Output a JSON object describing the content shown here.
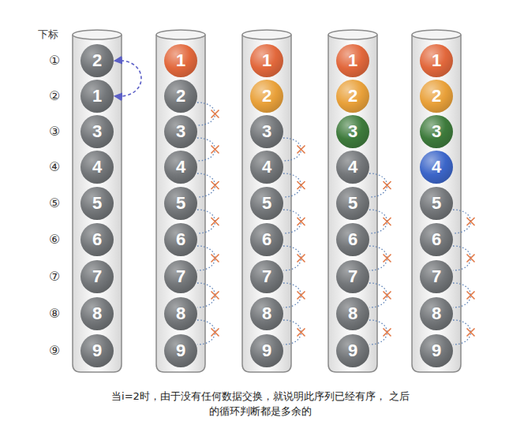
{
  "diagram": {
    "caption": "当i=2时，由于没有任何数据交换，就说明此序列已经有序， 之后的循环判断都是多余的",
    "nodes": [
      {
        "text": [
          "2"
        ]
      },
      {
        "text": [
          "1"
        ]
      },
      {
        "text": [
          "3"
        ]
      },
      {
        "text": [
          "4"
        ]
      },
      {
        "text": [
          "5"
        ]
      },
      {
        "text": [
          "6"
        ]
      },
      {
        "text": [
          "7"
        ]
      },
      {
        "text": [
          "8"
        ]
      },
      {
        "text": [
          "9"
        ]
      },
      {
        "text": [
          "1"
        ]
      },
      {
        "text": [
          "2"
        ]
      },
      {
        "text": [
          "3"
        ]
      },
      {
        "text": [
          "4"
        ]
      },
      {
        "text": [
          "5"
        ]
      },
      {
        "text": [
          "6"
        ]
      },
      {
        "text": [
          "7"
        ]
      },
      {
        "text": [
          "8"
        ]
      },
      {
        "text": [
          "9"
        ]
      },
      {
        "text": [
          "1"
        ]
      },
      {
        "text": [
          "2"
        ]
      },
      {
        "text": [
          "3"
        ]
      },
      {
        "text": [
          "4"
        ]
      },
      {
        "text": [
          "5"
        ]
      },
      {
        "text": [
          "6"
        ]
      },
      {
        "text": [
          "7"
        ]
      },
      {
        "text": [
          "8"
        ]
      },
      {
        "text": [
          "9"
        ]
      },
      {
        "text": [
          "1"
        ]
      },
      {
        "text": [
          "2"
        ]
      },
      {
        "text": [
          "3"
        ]
      },
      {
        "text": [
          "4"
        ]
      },
      {
        "text": [
          "5"
        ]
      },
      {
        "text": [
          "6"
        ]
      },
      {
        "text": [
          "7"
        ]
      },
      {
        "text": [
          "8"
        ]
      },
      {
        "text": [
          "9"
        ]
      },
      {
        "text": [
          "1"
        ]
      },
      {
        "text": [
          "2"
        ]
      },
      {
        "text": [
          "3"
        ]
      },
      {
        "text": [
          "4"
        ]
      },
      {
        "text": [
          "5"
        ]
      },
      {
        "text": [
          "6"
        ]
      },
      {
        "text": [
          "7"
        ]
      },
      {
        "text": [
          "8"
        ]
      },
      {
        "text": [
          "9"
        ]
      }
    ],
    "edges": [
      {
        "from": 0,
        "to": 1,
        "arrow": "both"
      },
      {
        "from": 10,
        "to": 11,
        "arrow": "none"
      },
      {
        "from": 11,
        "to": 12,
        "arrow": "none"
      },
      {
        "from": 12,
        "to": 13,
        "arrow": "none"
      },
      {
        "from": 13,
        "to": 14,
        "arrow": "none"
      },
      {
        "from": 14,
        "to": 15,
        "arrow": "none"
      },
      {
        "from": 15,
        "to": 16,
        "arrow": "none"
      },
      {
        "from": 16,
        "to": 17,
        "arrow": "none"
      },
      {
        "from": 20,
        "to": 21,
        "arrow": "none"
      },
      {
        "from": 21,
        "to": 22,
        "arrow": "none"
      },
      {
        "from": 22,
        "to": 23,
        "arrow": "none"
      },
      {
        "from": 23,
        "to": 24,
        "arrow": "none"
      },
      {
        "from": 24,
        "to": 25,
        "arrow": "none"
      },
      {
        "from": 25,
        "to": 26,
        "arrow": "none"
      },
      {
        "from": 30,
        "to": 31,
        "arrow": "none"
      },
      {
        "from": 31,
        "to": 32,
        "arrow": "none"
      },
      {
        "from": 32,
        "to": 33,
        "arrow": "none"
      },
      {
        "from": 33,
        "to": 34,
        "arrow": "none"
      },
      {
        "from": 34,
        "to": 35,
        "arrow": "none"
      },
      {
        "from": 40,
        "to": 41,
        "arrow": "none"
      },
      {
        "from": 41,
        "to": 42,
        "arrow": "none"
      },
      {
        "from": 42,
        "to": 43,
        "arrow": "none"
      },
      {
        "from": 43,
        "to": 44,
        "arrow": "none"
      }
    ],
    "labels": [
      "下标",
      "①",
      "②",
      "③",
      "④",
      "⑤",
      "⑥",
      "⑦",
      "⑧",
      "⑨"
    ]
  }
}
